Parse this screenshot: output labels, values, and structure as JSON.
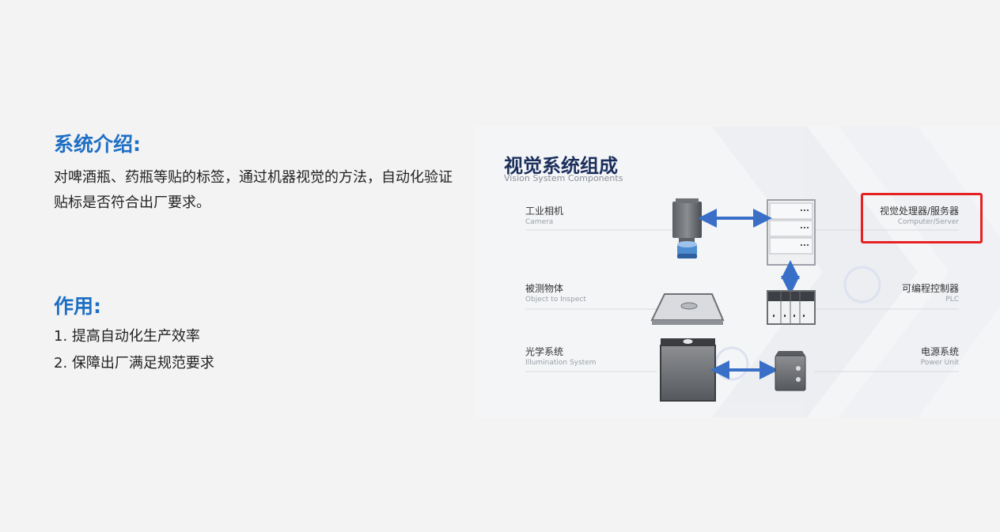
{
  "intro": {
    "title": "系统介绍:",
    "text": "对啤酒瓶、药瓶等贴的标签，通过机器视觉的方法，自动化验证贴标是否符合出厂要求。"
  },
  "usage": {
    "title": "作用:",
    "items": [
      "1. 提高自动化生产效率",
      "2. 保障出厂满足规范要求"
    ]
  },
  "diagram": {
    "title": "视觉系统组成",
    "subtitle": "Vision System Components",
    "components": {
      "camera": {
        "zh": "工业相机",
        "en": "Camera"
      },
      "object": {
        "zh": "被测物体",
        "en": "Object to Inspect"
      },
      "illumination": {
        "zh": "光学系统",
        "en": "Illumination System"
      },
      "server": {
        "zh": "视觉处理器/服务器",
        "en": "Computer/Server"
      },
      "plc": {
        "zh": "可编程控制器",
        "en": "PLC"
      },
      "power": {
        "zh": "电源系统",
        "en": "Power Unit"
      }
    },
    "colors": {
      "highlight": "#e52222",
      "arrow": "#3a6fc8",
      "title": "#1b2f5c",
      "heading": "#1e6fc4"
    }
  }
}
